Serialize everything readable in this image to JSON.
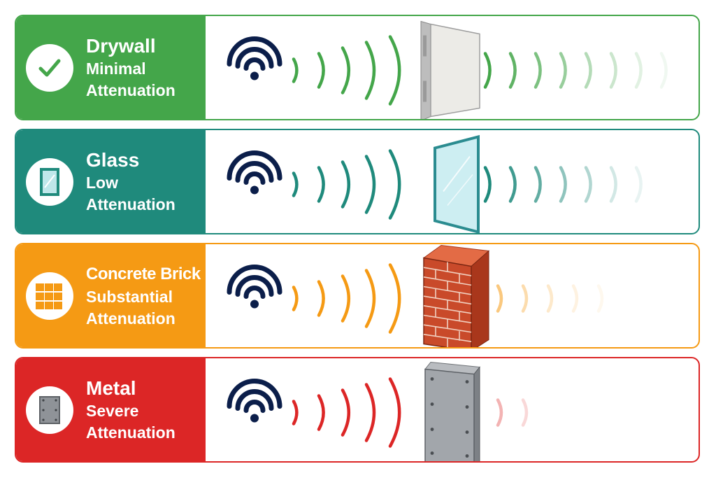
{
  "rows": [
    {
      "title": "Drywall",
      "sub1": "Minimal",
      "sub2": "Attenuation",
      "color": "#44a64a",
      "badge_icon": "check-icon",
      "material": "drywall",
      "material_icon": "drywall-panel-icon",
      "pass_through_waves": 8,
      "pass_through_opacity": [
        1,
        0.85,
        0.7,
        0.55,
        0.4,
        0.28,
        0.16,
        0.08
      ]
    },
    {
      "title": "Glass",
      "sub1": "Low",
      "sub2": "Attenuation",
      "color": "#1f8a7c",
      "badge_icon": "glass-pane-icon",
      "material": "glass",
      "material_icon": "glass-pane-icon",
      "pass_through_waves": 7,
      "pass_through_opacity": [
        1,
        0.85,
        0.7,
        0.5,
        0.35,
        0.2,
        0.1
      ]
    },
    {
      "title": "Concrete Brick",
      "sub1": "Substantial",
      "sub2": "Attenuation",
      "color": "#f59a14",
      "badge_icon": "brick-icon",
      "material": "brick",
      "material_icon": "brick-wall-icon",
      "pass_through_waves": 5,
      "pass_through_opacity": [
        0.55,
        0.35,
        0.22,
        0.13,
        0.07
      ]
    },
    {
      "title": "Metal",
      "sub1": "Severe",
      "sub2": "Attenuation",
      "color": "#dc2626",
      "badge_icon": "metal-plate-icon",
      "material": "metal",
      "material_icon": "metal-plate-icon",
      "pass_through_waves": 2,
      "pass_through_opacity": [
        0.35,
        0.18
      ]
    }
  ]
}
